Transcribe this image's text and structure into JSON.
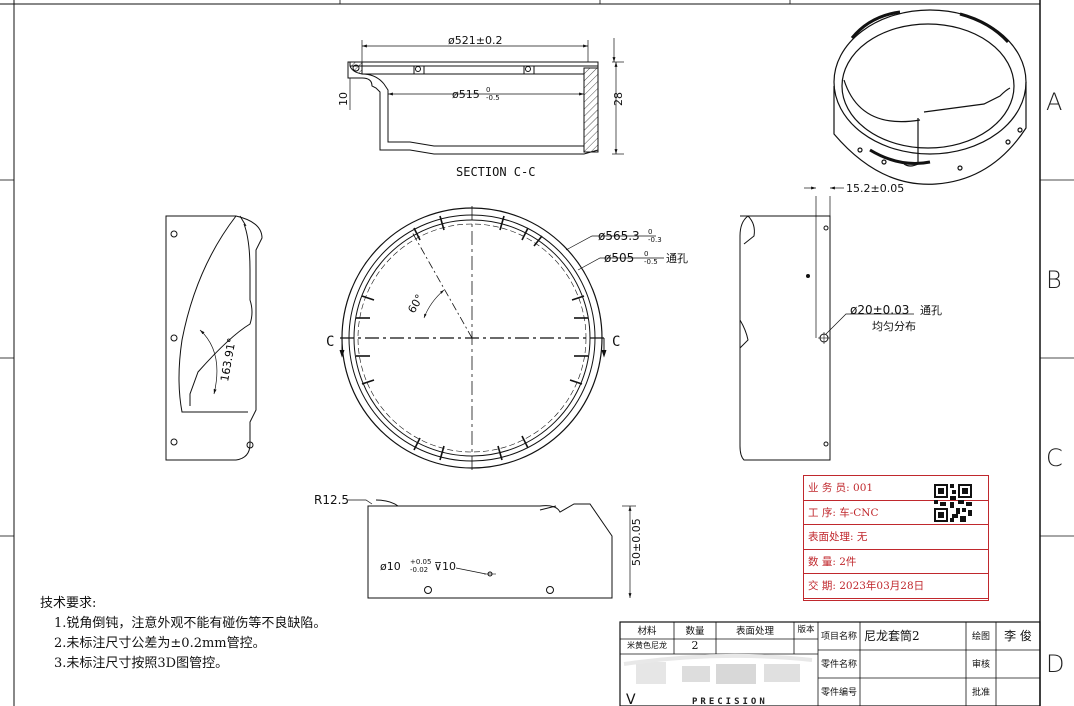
{
  "zones": {
    "rows": [
      "A",
      "B",
      "C",
      "D"
    ]
  },
  "section": {
    "title": "SECTION C-C",
    "dim_outer": "ø521±0.2",
    "dim_inner_base": "ø515",
    "dim_inner_tol_up": "0",
    "dim_inner_tol_lo": "-0.5",
    "dim_lip": "10",
    "dim_height": "28"
  },
  "top_view": {
    "dim_outer_base": "ø565.3",
    "dim_outer_tol_up": "0",
    "dim_outer_tol_lo": "-0.3",
    "dim_inner_base": "ø505",
    "dim_inner_tol_up": "0",
    "dim_inner_tol_lo": "-0.5",
    "inner_note": "通孔",
    "angle": "60°",
    "cut_label": "C"
  },
  "left_view": {
    "angle": "163.91°"
  },
  "right_view": {
    "dim_wall": "15.2±0.05",
    "hole": "ø20±0.03",
    "hole_note": "通孔",
    "hole_distribution": "均匀分布"
  },
  "bottom_view": {
    "radius": "R12.5",
    "hole_base": "ø10",
    "hole_tol_up": "+0.05",
    "hole_tol_lo": "-0.02",
    "depth": "⊽10",
    "height": "50±0.05"
  },
  "notes": {
    "title": "技术要求:",
    "items": [
      "1.锐角倒钝，注意外观不能有碰伤等不良缺陷。",
      "2.未标注尺寸公差为±0.2mm管控。",
      "3.未标注尺寸按照3D图管控。"
    ]
  },
  "business": {
    "rows": [
      "业 务 员: 001",
      "工    序: 车-CNC",
      "表面处理: 无",
      "数    量: 2件",
      "交    期: 2023年03月28日"
    ]
  },
  "title_block": {
    "material_h": "材料",
    "qty_h": "数量",
    "surface_h": "表面处理",
    "version_h": "版本",
    "material": "米黄色尼龙",
    "qty": "2",
    "project_label": "项目名称",
    "project": "尼龙套筒2",
    "part_name_label": "零件名称",
    "part_no_label": "零件编号",
    "drawn_label": "绘图",
    "drawn_by": "李 俊",
    "check_label": "审核",
    "approve_label": "批准",
    "logo_text": "PRECISION"
  }
}
